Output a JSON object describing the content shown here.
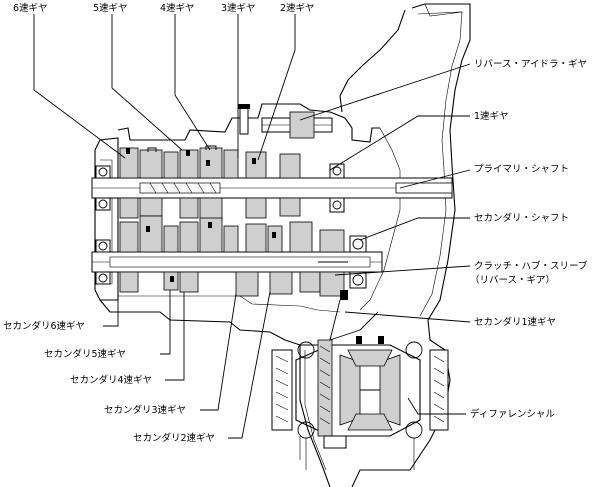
{
  "labels": {
    "gear6": "6速ギヤ",
    "gear5": "5速ギヤ",
    "gear4": "4速ギヤ",
    "gear3": "3速ギヤ",
    "gear2": "2速ギヤ",
    "reverse_idler": "リバース・アイドラ・ギヤ",
    "gear1": "1速ギヤ",
    "primary_shaft": "プライマリ・シャフト",
    "secondary_shaft": "セカンダリ・シャフト",
    "clutch_hub_line1": "クラッチ・ハブ・スリーブ",
    "clutch_hub_line2": "（リバース・ギア）",
    "secondary_gear1": "セカンダリ1速ギヤ",
    "differential": "ディファレンシャル",
    "secondary_gear6": "セカンダリ6速ギヤ",
    "secondary_gear5": "セカンダリ5速ギヤ",
    "secondary_gear4": "セカンダリ4速ギヤ",
    "secondary_gear3": "セカンダリ3速ギヤ",
    "secondary_gear2": "セカンダリ2速ギヤ"
  }
}
